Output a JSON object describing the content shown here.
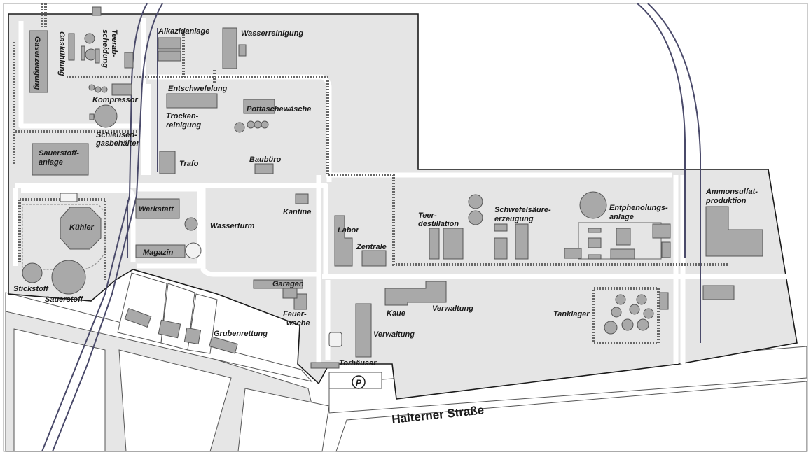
{
  "street_name": "Halterner Straße",
  "parking_symbol": "P",
  "labels": {
    "gaserzeugung": "Gaserzeugung",
    "gaskuehlung": "Gaskühlung",
    "teerab": "Teerab-",
    "scheidung": "scheidung",
    "alkazidanlage": "Alkazidanlage",
    "wasserreinigung": "Wasserreinigung",
    "entschwefelung": "Entschwefelung",
    "kompressor": "Kompressor",
    "trocken": "Trocken-",
    "reinigung": "reinigung",
    "pottaschewaesche": "Pottaschewäsche",
    "schleusen": "Schleusen-",
    "gasbehaelter": "gasbehälter",
    "sauerstoff_anlage_1": "Sauerstoff-",
    "sauerstoff_anlage_2": "anlage",
    "trafo": "Trafo",
    "baubuero": "Baubüro",
    "werkstatt": "Werkstatt",
    "kantine": "Kantine",
    "kuehler": "Kühler",
    "wasserturm": "Wasserturm",
    "magazin": "Magazin",
    "labor": "Labor",
    "zentrale": "Zentrale",
    "teer_1": "Teer-",
    "teer_2": "destillation",
    "schwefel_1": "Schwefelsäure-",
    "schwefel_2": "erzeugung",
    "entphenol_1": "Entphenolungs-",
    "entphenol_2": "anlage",
    "ammon_1": "Ammonsulfat-",
    "ammon_2": "produktion",
    "stickstoff": "Stickstoff",
    "sauerstoff": "Sauerstoff",
    "garagen": "Garagen",
    "feuer_1": "Feuer-",
    "feuer_2": "wache",
    "kaue": "Kaue",
    "verwaltung_1": "Verwaltung",
    "verwaltung_2": "Verwaltung",
    "tanklager": "Tanklager",
    "grubenrettung": "Grubenrettung",
    "torhaeuser": "Torhäuser"
  }
}
